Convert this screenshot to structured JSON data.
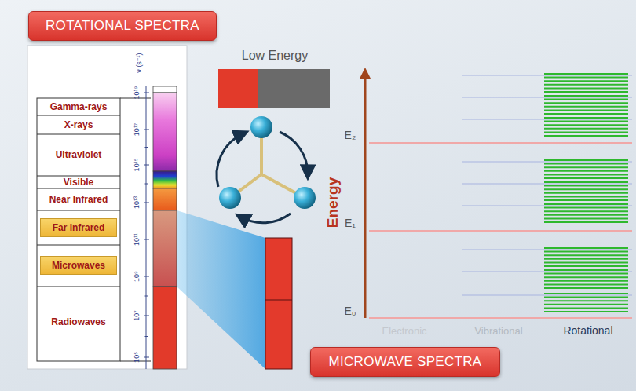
{
  "diagram": {
    "title": "ROTATIONAL SPECTRA",
    "nodes": [
      {
        "text": [
          "ROTATIONAL SPECTRA"
        ]
      },
      {
        "text": [
          "Far Infrared"
        ]
      },
      {
        "text": [
          "Microwaves"
        ]
      },
      {
        "text": [
          "MICROWAVE SPECTRA"
        ]
      }
    ],
    "labels": [
      "Gamma-rays",
      "X-rays",
      "Ultraviolet",
      "Visible",
      "Near Infrared",
      "Radiowaves",
      "ν (s⁻¹)",
      "10¹⁹",
      "10¹⁷",
      "10¹⁵",
      "10¹³",
      "10¹¹",
      "10⁹",
      "10⁷",
      "10⁵",
      "Low Energy",
      "Energy",
      "E₂",
      "E₁",
      "E₀",
      "Electronic",
      "Vibrational",
      "Rotational"
    ]
  }
}
